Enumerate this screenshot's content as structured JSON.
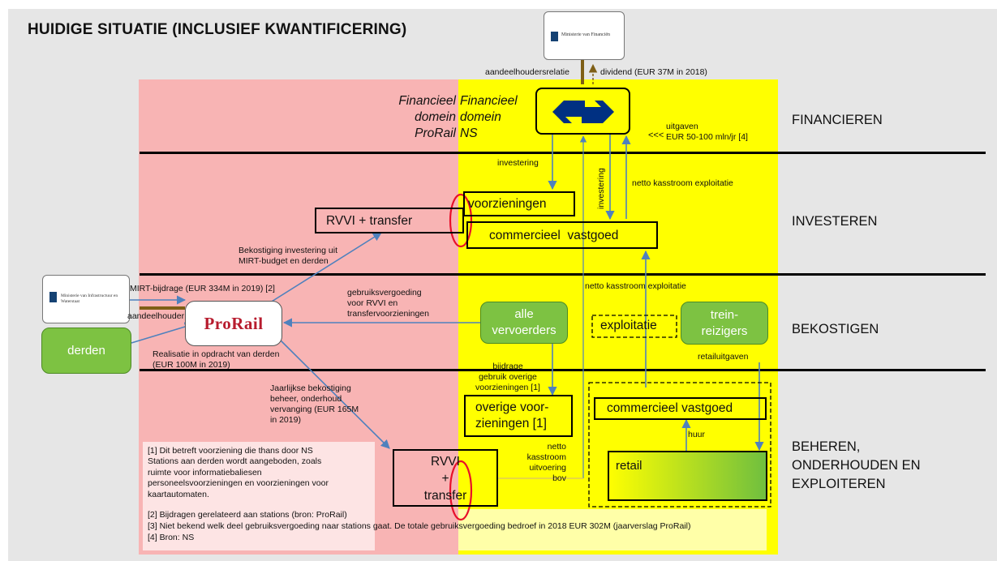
{
  "title": "HUIDIGE SITUATIE (INCLUSIEF KWANTIFICERING)",
  "bands": [
    {
      "label": "FINANCIEREN"
    },
    {
      "label": "INVESTEREN"
    },
    {
      "label": "BEKOSTIGEN"
    },
    {
      "label": "BEHEREN,\nONDERHOUDEN EN\nEXPLOITEREN"
    }
  ],
  "logos": {
    "minfin_text": "Ministerie van Financiën",
    "minienw_text": "Ministerie van Infrastructuur en Waterstaat",
    "prorail_text": "ProRail"
  },
  "domains": {
    "prorail": "Financieel\ndomein\nProRail",
    "ns": "Financieel\ndomein\nNS"
  },
  "top_labels": {
    "aandeelhoudersrelatie": "aandeelhoudersrelatie",
    "dividend": "dividend (EUR 37M in 2018)",
    "uitgaven_arrows": "<<<",
    "uitgaven": "uitgaven\nEUR 50-100 mln/jr [4]"
  },
  "boxes": {
    "voorzieningen": "voorzieningen",
    "rvvi_transfer": "RVVI + transfer",
    "commercieel_vastgoed_top": "commercieel  vastgoed",
    "overige_voorzieningen": "overige voor-\nzieningen [1]",
    "commercieel_vastgoed_bottom": "commercieel vastgoed",
    "retail": "retail",
    "rvvi_bottom": "RVVI\n+\ntransfer",
    "exploitatie": "exploitatie"
  },
  "green_boxes": {
    "alle_vervoerders": "alle\nvervoerders",
    "treinreizigers": "trein-\nreizigers",
    "derden": "derden"
  },
  "flow_labels": {
    "investering_1": "investering",
    "investering_2": "investering",
    "netto_kasstroom_1": "netto kasstroom exploitatie",
    "netto_kasstroom_2": "netto kasstroom exploitatie",
    "bekostiging_investering": "Bekostiging investering uit\nMIRT-budget en derden",
    "mirt_bijdrage": "MIRT-bijdrage (EUR 334M in 2019) [2]",
    "aandeelhouder": "aandeelhouder",
    "gebruiksvergoeding": "gebruiksvergoeding\nvoor RVVI en\ntransfervoorzieningen",
    "realisatie": "Realisatie in opdracht van derden\n(EUR 100M in 2019)",
    "bijdrage": "bijdrage\ngebruik overige\nvoorzieningen [1]",
    "retailuitgaven": "retailuitgaven",
    "jaarlijkse": "Jaarlijkse bekostiging\nbeheer, onderhoud\nvervanging (EUR 165M\nin 2019)",
    "huur": "huur",
    "netto_kasstroom_uitvoering": "netto\nkasstroom\nuitvoering bov"
  },
  "notes": {
    "n1": "[1] Dit betreft voorziening die thans door NS\nStations aan derden wordt aangeboden, zoals\nruimte voor informatiebaliesen\npersoneelsvoorzieningen en voorzieningen voor\nkaartautomaten.",
    "n2": "[2] Bijdragen gerelateerd aan stations (bron: ProRail)",
    "n3": "[3] Niet bekend welk deel gebruiksvergoeding naar stations gaat. De totale gebruiksvergoeding bedroef in 2018 EUR 302M (jaarverslag ProRail)",
    "n4": "[4] Bron: NS"
  },
  "colors": {
    "background": "#e6e6e6",
    "prorail_zone": "#f8b4b4",
    "ns_zone": "#ffff00",
    "green": "#7dc242",
    "arrow_blue": "#4f81bd",
    "ns_blue": "#003082",
    "prorail_red": "#b71c2e",
    "shareholder_brown": "#7f5f16"
  }
}
